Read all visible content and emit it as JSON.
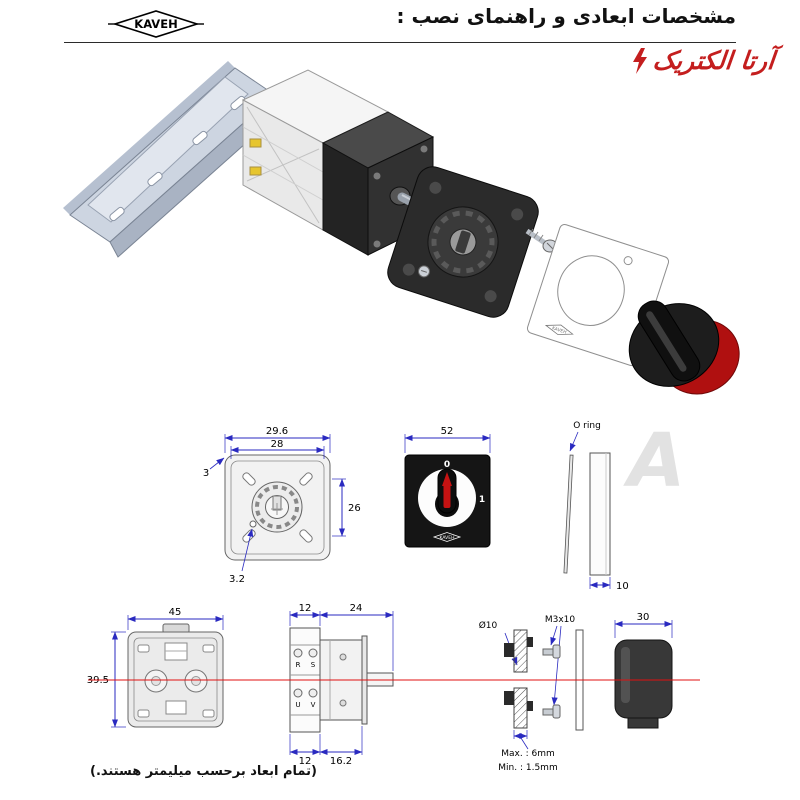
{
  "header": {
    "logo": "KAVEH",
    "title": "مشخصات ابعادی و راهنمای نصب :",
    "brand": "آرتا الکتریک"
  },
  "watermark": "A",
  "middle": {
    "back_view": {
      "width_outer": "29.6",
      "width_inner": "28",
      "corner": "3",
      "height": "26",
      "hole": "3.2"
    },
    "front_view": {
      "width": "52",
      "pos_off": "0",
      "pos_on": "1",
      "logo": "KAVEH"
    },
    "oring": {
      "label": "O ring",
      "width": "10"
    }
  },
  "bottom": {
    "rear_view": {
      "width": "45",
      "height": "39.5"
    },
    "side_view": {
      "depth_rear": "12",
      "depth_front": "24",
      "depth_rear_b": "12",
      "depth_front_b": "16.2",
      "terminals": [
        "R",
        "S",
        "U",
        "V"
      ]
    },
    "panel": {
      "hole": "Ø10",
      "screw": "M3x10",
      "max_note": "Max. : 6mm",
      "min_note": "Min. : 1.5mm"
    },
    "handle": {
      "width": "30"
    }
  },
  "footer": {
    "note": "(تمام ابعاد برحسب میلیمتر هستند.)"
  },
  "colors": {
    "dimension": "#2a2ac0",
    "centerline": "#e01010",
    "brand_red": "#c41e1e",
    "handle_red": "#b01010"
  }
}
